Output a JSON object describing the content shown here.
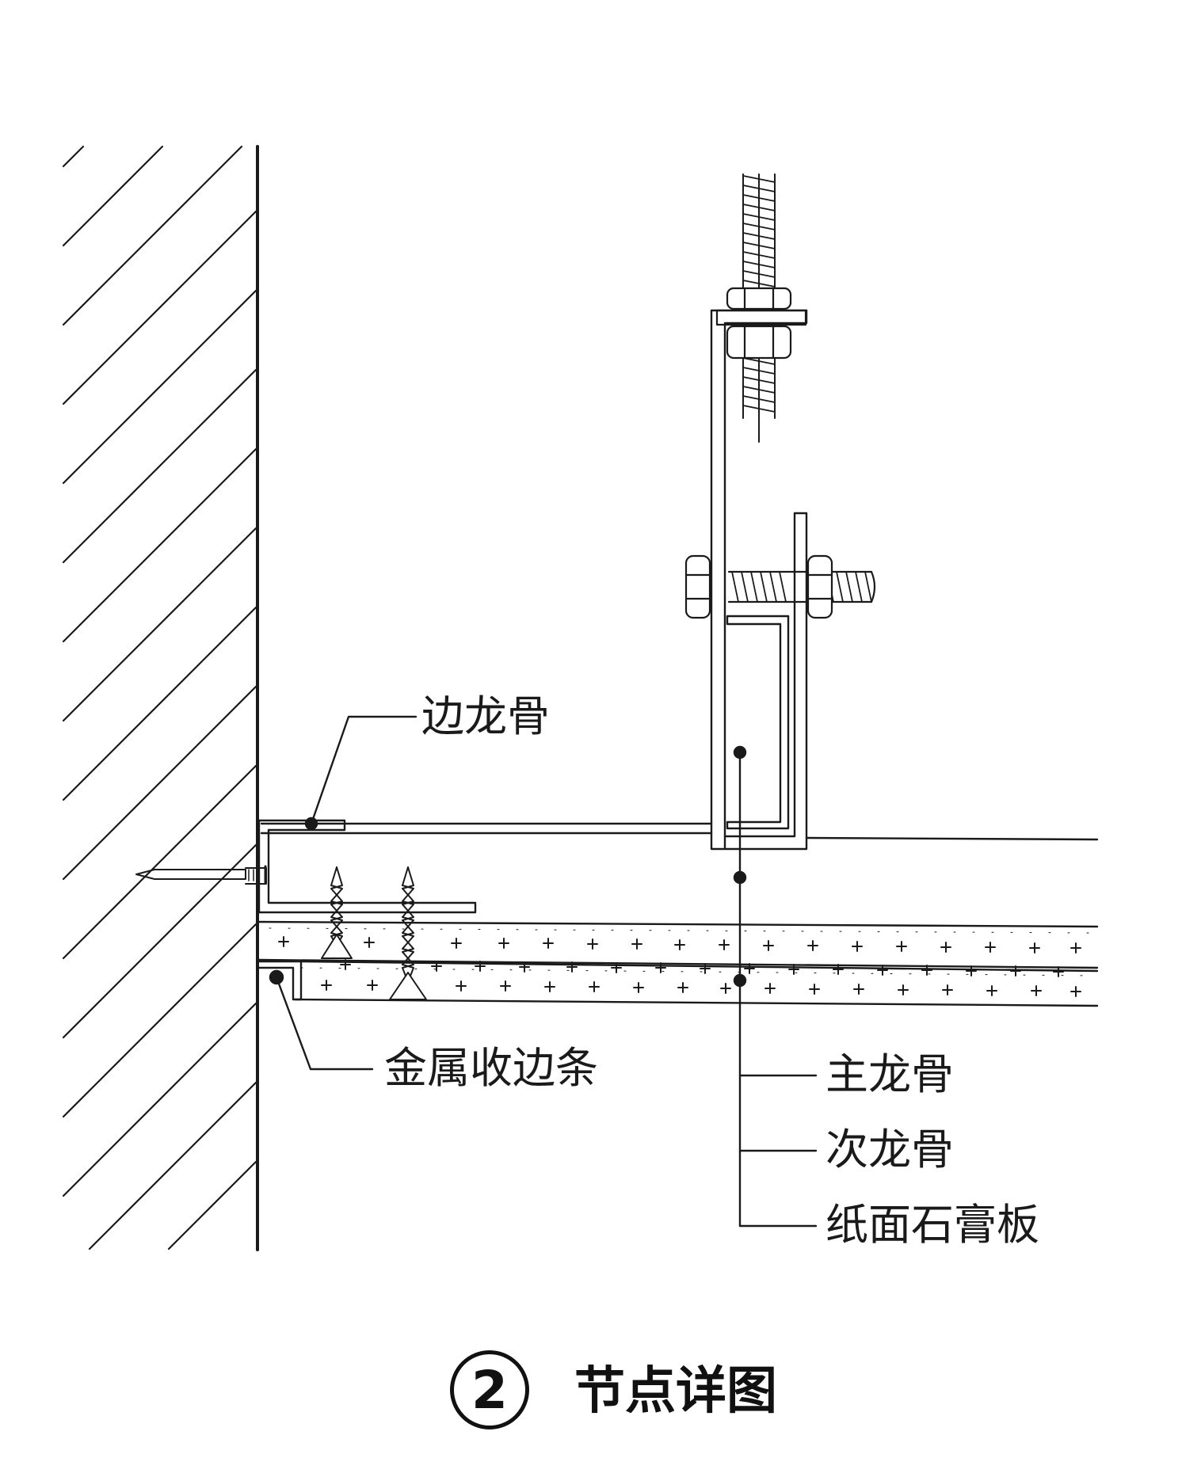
{
  "labels": {
    "edge_keel": "边龙骨",
    "metal_trim": "金属收边条",
    "main_keel": "主龙骨",
    "secondary_keel": "次龙骨",
    "gypsum_board": "纸面石膏板"
  },
  "title": {
    "number": "2",
    "text": "节点详图"
  },
  "colors": {
    "ink": "#1a1a1a",
    "background": "#ffffff"
  }
}
